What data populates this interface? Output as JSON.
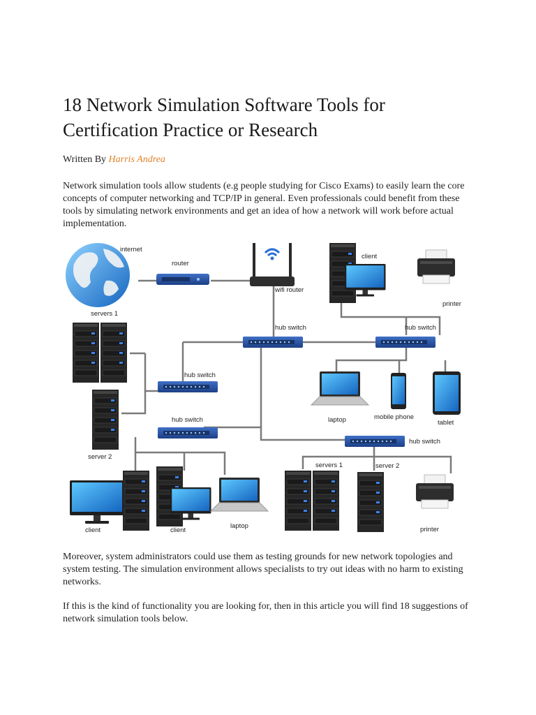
{
  "article": {
    "title": "18 Network Simulation Software Tools for Certification Practice or Research",
    "byline_prefix": "Written By",
    "author": "Harris Andrea",
    "paragraph1": "Network simulation tools allow students (e.g people studying for Cisco Exams) to easily learn the core concepts of computer networking and TCP/IP in general. Even professionals could benefit from these tools by simulating network environments and get an idea of how a network will work before actual implementation.",
    "paragraph2": "Moreover, system administrators could use them as testing grounds for new network topologies and system testing. The simulation environment allows specialists to try out ideas with no harm to existing networks.",
    "paragraph3": "If this is the kind of functionality you are looking for, then in this article you will find 18 suggestions of network simulation tools below."
  },
  "diagram": {
    "labels": {
      "internet": "internet",
      "router": "router",
      "wifi_router": "wifi router",
      "client_top": "client",
      "printer_top": "printer",
      "servers1_left": "servers 1",
      "hub_switch_center": "hub switch",
      "hub_switch_right": "hub switch",
      "hub_switch_left": "hub switch",
      "laptop_mid": "laptop",
      "mobile_phone": "mobile phone",
      "tablet": "tablet",
      "hub_switch_lower_left": "hub switch",
      "server2_left": "server 2",
      "hub_switch_lower_right": "hub switch",
      "servers1_right": "servers 1",
      "server2_right": "server 2",
      "client_bottom1": "client",
      "client_bottom2": "client",
      "laptop_bottom": "laptop",
      "printer_bottom": "printer"
    },
    "colors": {
      "switch": "#2a4f9e",
      "screen": "#1e88e5",
      "tower": "#2b2b2b",
      "cable": "#7a7a7a",
      "led": "#3b82f6"
    }
  }
}
